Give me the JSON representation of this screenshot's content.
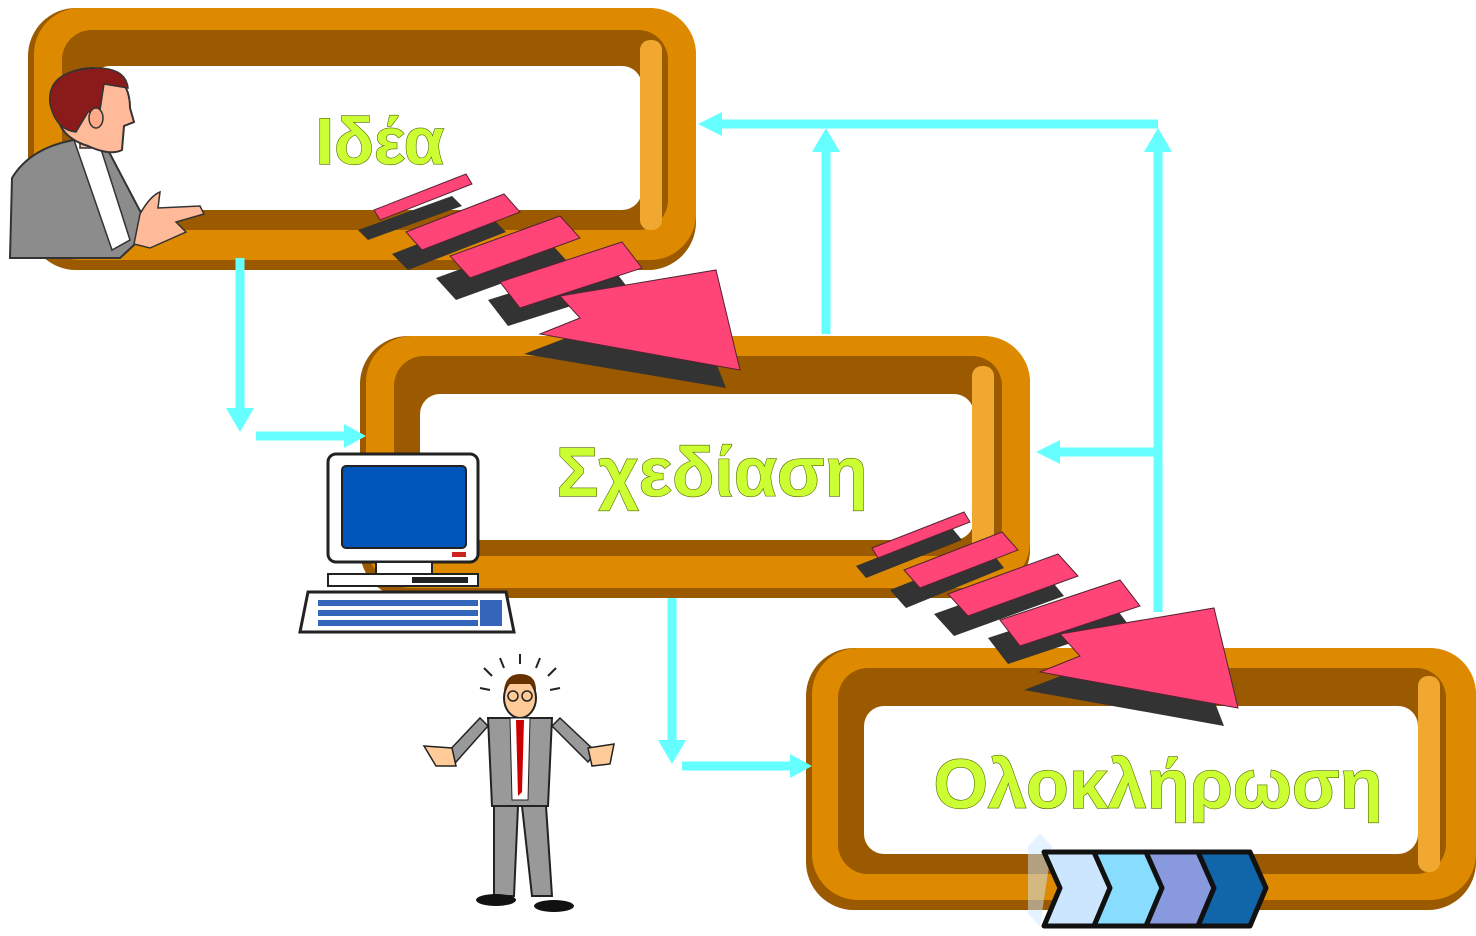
{
  "stages": [
    {
      "id": "idea",
      "label": "Ιδέα"
    },
    {
      "id": "design",
      "label": "Σχεδίαση"
    },
    {
      "id": "completion",
      "label": "Ολοκλήρωση"
    }
  ],
  "colors": {
    "frame_outer": "#dd8a00",
    "frame_dark": "#9b5a00",
    "frame_light": "#f0a830",
    "arrow_pink": "#ff4477",
    "arrow_shadow": "#333333",
    "feedback_arrows": "#66ffff",
    "label_fill": "#ccff33",
    "chevrons": [
      "#cce6ff",
      "#88ddff",
      "#8899dd",
      "#1166aa"
    ]
  },
  "icons": [
    "businessman-presenting-icon",
    "desktop-computer-icon",
    "confused-man-shrugging-icon",
    "chevron-progress-icon"
  ]
}
